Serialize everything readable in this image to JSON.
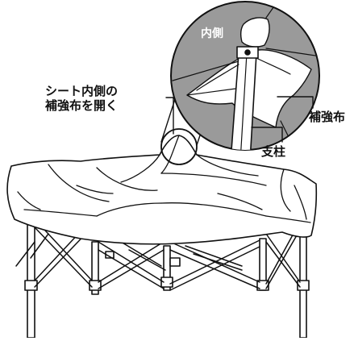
{
  "labels": {
    "instruction_line1": "シート内側の",
    "instruction_line2": "補強布を開く",
    "inside": "内側",
    "reinforcement_cloth": "補強布",
    "pole": "支柱"
  },
  "colors": {
    "line": "#111111",
    "circle_fill": "#9a9a9a",
    "canopy_fill": "#ffffff",
    "background": "#ffffff"
  }
}
